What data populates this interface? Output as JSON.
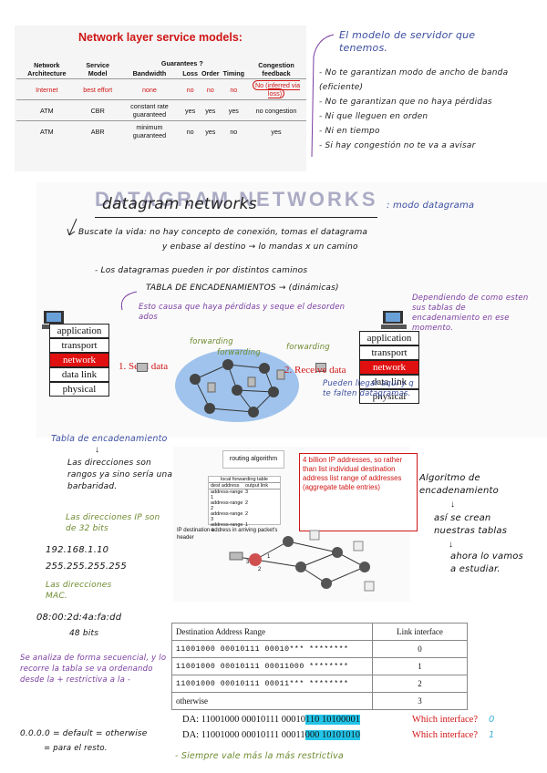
{
  "slide1": {
    "title": "Network layer service models:",
    "headers": {
      "net_arch": "Network Architecture",
      "svc_model": "Service Model",
      "guarantees": "Guarantees ?",
      "bandwidth": "Bandwidth",
      "loss": "Loss",
      "order": "Order",
      "timing": "Timing",
      "congestion": "Congestion feedback"
    },
    "rows": [
      {
        "arch": "Internet",
        "model": "best effort",
        "bw": "none",
        "loss": "no",
        "order": "no",
        "timing": "no",
        "cong": "No (inferred via loss)"
      },
      {
        "arch": "ATM",
        "model": "CBR",
        "bw": "constant rate guaranteed",
        "loss": "yes",
        "order": "yes",
        "timing": "yes",
        "cong": "no congestion"
      },
      {
        "arch": "ATM",
        "model": "ABR",
        "bw": "minimum guaranteed",
        "loss": "no",
        "order": "yes",
        "timing": "no",
        "cong": "yes"
      }
    ]
  },
  "notes_top": {
    "heading": "El modelo de servidor que tenemos.",
    "bullets": [
      "- No te garantizan modo de ancho de banda (eficiente)",
      "- No te garantizan que no haya pérdidas",
      "- Ni que lleguen en orden",
      "- Ni en tiempo",
      "- Si hay congestión no te va a avisar"
    ]
  },
  "datagram": {
    "title": "DATAGRAM NETWORKS",
    "title_hand": "datagram networks",
    "subtitle": ": modo datagrama",
    "line1": "Buscate la vida: no hay concepto de conexión, tomas el datagrama",
    "line2": "y enbase al destino → lo mandas x un camino",
    "line3": "- Los datagramas pueden ir por distintos caminos",
    "line4": "TABLA DE ENCADENAMIENTOS → (dinámicas)",
    "line5": "Esto causa que haya pérdidas y seque el desorden ados",
    "right_note": "Dependiendo de como esten sus tablas de encadenamiento en ese momento.",
    "forwarding": [
      "forwarding",
      "forwarding",
      "forwarding"
    ],
    "below_note": "Pueden llegar aquí y q te falten datagramas.",
    "stack": [
      "application",
      "transport",
      "network",
      "data link",
      "physical"
    ],
    "send": "1. Send data",
    "receive": "2. Receive data"
  },
  "left_notes": {
    "tabla": "Tabla de encadenamiento",
    "arrow": "↓",
    "direcciones": "Las direcciones son rangos ya sino sería una barbaridad.",
    "ip_line": "Las direcciones IP son de 32 bits",
    "ip1": "192.168.1.10",
    "ip2": "255.255.255.255",
    "mac_line": "Las direcciones MAC.",
    "mac": "08:00:2d:4a:fa:dd",
    "bits": "48 bits",
    "analiza": "Se analiza de forma secuencial, y lo recorre la tabla se va ordenando desde la + restrictiva a la -",
    "default": "0.0.0.0 = default = otherwise",
    "default2": "= para el resto."
  },
  "fig2": {
    "routing": "routing algorithm",
    "lft_title": "local forwarding table",
    "lft_cols": [
      "dest address",
      "output link"
    ],
    "lft_rows": [
      [
        "address-range 1",
        "3"
      ],
      [
        "address-range 2",
        "2"
      ],
      [
        "address-range 3",
        "2"
      ],
      [
        "address-range 4",
        "1"
      ]
    ],
    "ip_dest": "IP destination address in arriving packet's header",
    "red_note": "4 billion IP addresses, so rather than list individual destination address list range of addresses (aggregate table entries)",
    "link_labels": [
      "1",
      "2",
      "3"
    ]
  },
  "right_notes2": {
    "algo": "Algoritmo de encadenamiento",
    "arrow": "↓",
    "se_crean": "así se crean nuestras tablas",
    "arrow2": "↓",
    "ahora": "ahora lo vamos a estudiar."
  },
  "dest_table": {
    "col1": "Destination Address Range",
    "col2": "Link interface",
    "rows": [
      {
        "range": "11001000 00010111 00010*** ********",
        "link": "0"
      },
      {
        "range": "11001000 00010111 00011000 ********",
        "link": "1"
      },
      {
        "range": "11001000 00010111 00011*** ********",
        "link": "2"
      },
      {
        "range": "otherwise",
        "link": "3"
      }
    ]
  },
  "da_rows": [
    {
      "prefix": "DA: 11001000 00010111 00010",
      "hl": "110 10100001",
      "q": "Which interface?",
      "ans": "0"
    },
    {
      "prefix": "DA: 11001000 00010111 00011",
      "hl": "000 10101010",
      "q": "Which interface?",
      "ans": "1"
    }
  ],
  "bottom_note": "- Siempre vale más la más restrictiva"
}
